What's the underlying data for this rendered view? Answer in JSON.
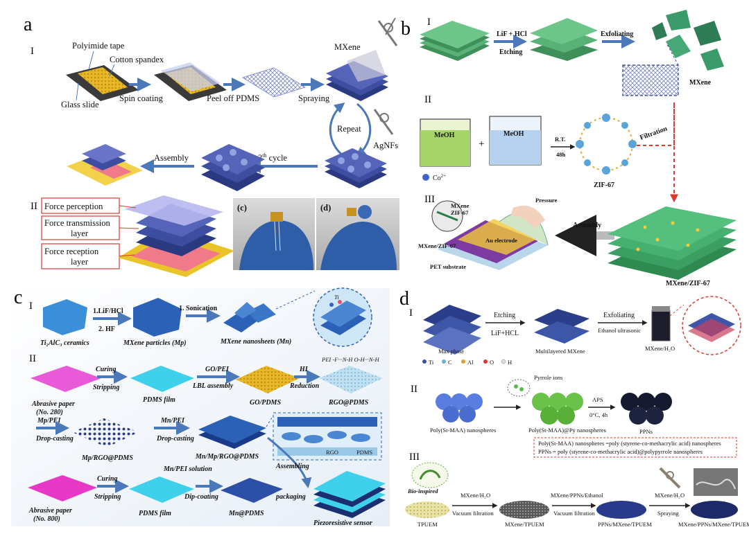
{
  "panel_a": {
    "letter": "a",
    "roman_1": "I",
    "roman_2": "II",
    "polyimide_tape": "Polyimide tape",
    "cotton_spandex": "Cotton spandex",
    "glass_slide": "Glass slide",
    "spin_coating": "Spin coating",
    "peel_off": "Peel off PDMS",
    "spraying": "Spraying",
    "mxene": "MXene",
    "repeat": "Repeat",
    "agnfs": "AgNFs",
    "third_cycle_base": "3",
    "third_cycle_sup": "th",
    "third_cycle_rest": " cycle",
    "assembly": "Assembly",
    "layer1a": "Force perception",
    "layer1b": "layer",
    "layer2a": "Force transmission",
    "layer2b": "layer",
    "layer3a": "Force reception",
    "layer3b": "layer",
    "photo_c": "(c)",
    "photo_d": "(d)"
  },
  "panel_b": {
    "letter": "b",
    "roman_1": "I",
    "roman_2": "II",
    "roman_3": "III",
    "etch_top": "LiF + HCl",
    "etch_bottom": "Etching",
    "exfoliating": "Exfoliating",
    "mxene": "MXene",
    "meoh1": "MeOH",
    "meoh2": "MeOH",
    "plus": "+",
    "co": "Co",
    "co_sup": "2+",
    "rt": "R.T.",
    "time": "48h",
    "zif": "ZIF-67",
    "filtration": "Filtration",
    "mxene_label": "MXene",
    "zif_label": "ZIF-67",
    "pressure": "Pressure",
    "au_electrode": "Au electrode",
    "mxene_zif_left": "MXene/ZIF-67",
    "pet": "PET substrate",
    "assembly": "Assembly",
    "mxene_zif_right": "MXene/ZIF-67"
  },
  "panel_c": {
    "letter": "c",
    "roman_1": "I",
    "roman_2": "II",
    "step1_top": "1.LiF/HCl",
    "step1_bottom": "2. HF",
    "sonication": "1. Sonication",
    "ceramics": "Ti₂AlC₃ ceramics",
    "mp": "MXene particles (Mp)",
    "mn": "MXene nanosheets (Mn)",
    "ti": "Ti",
    "curing1": "Curing",
    "stripping1": "Stripping",
    "gopei": "GO/PEI",
    "lbl": "LBL assembly",
    "hi": "HI",
    "reduction": "Reduction",
    "abrasive1a": "Abrasive paper",
    "abrasive1b": "(No. 280)",
    "pdms1": "PDMS film",
    "gopdms": "GO/PDMS",
    "rgopdms": "RGO@PDMS",
    "bond_legend": "PEI  -F···N-H  O-H···N-H",
    "mppei": "Mp/PEI",
    "dropcast1": "Drop-casting",
    "mnpei": "Mn/PEI",
    "dropcast2": "Drop-casting",
    "mprgo": "Mp/RGO@PDMS",
    "mnmprgo": "Mn/Mp/RGO@PDMS",
    "assembling": "Assembling",
    "packaging": "packaging",
    "mnpei_solution": "Mn/PEI solution",
    "curing2": "Curing",
    "stripping2": "Stripping",
    "dipcoating": "Dip-coating",
    "abrasive2a": "Abrasive paper",
    "abrasive2b": "(No. 800)",
    "pdms2": "PDMS film",
    "mnpdms": "Mn@PDMS",
    "sensor": "Piezoresistive sensor",
    "rgo_inset": "RGO",
    "pdms_inset": "PDMS"
  },
  "panel_d": {
    "letter": "d",
    "roman_1": "I",
    "roman_2": "II",
    "roman_3": "III",
    "etching": "Etching",
    "lifhcl": "LiF+HCL",
    "exfoliating": "Exfoliating",
    "ethanol": "Ethanol ultrasonic",
    "max_phase": "Max phase",
    "multilayered": "Multilayered MXene",
    "mxene_h2o": "MXene/H₂O",
    "legend_ti": "Ti",
    "legend_c": "C",
    "legend_al": "Al",
    "legend_o": "O",
    "legend_h": "H",
    "pyrrole": "Pyrrole ions",
    "aps": "APS",
    "aps_cond": "0°C, 4h",
    "poly_st": "Poly(St-MAA) nanospheres",
    "poly_py": "Poly(St-MAA)@Py nanospheres",
    "ppns": "PPNs",
    "note1": "Poly(St-MAA) nanospheres =poly (styrene-co-methacrylic acid) nanospheres",
    "note2": "PPNs = poly (styrene-co-methacrylic acid)@polypyrrole nanospheres",
    "bio": "Bio-inspired",
    "mxh2o1": "MXene/H₂O",
    "vac1": "Vacuum filtration",
    "ppn_eth": "MXene/PPNs/Ethanol",
    "vac2": "Vacuum filtration",
    "mxh2o2": "MXene/H₂O",
    "spraying": "Spraying",
    "tpuem": "TPUEM",
    "mx_tpuem": "MXene/TPUEM",
    "ppn_mx_tpuem": "PPNs/MXene/TPUEM",
    "final": "MXene/PPNs/MXene/TPUEM"
  }
}
